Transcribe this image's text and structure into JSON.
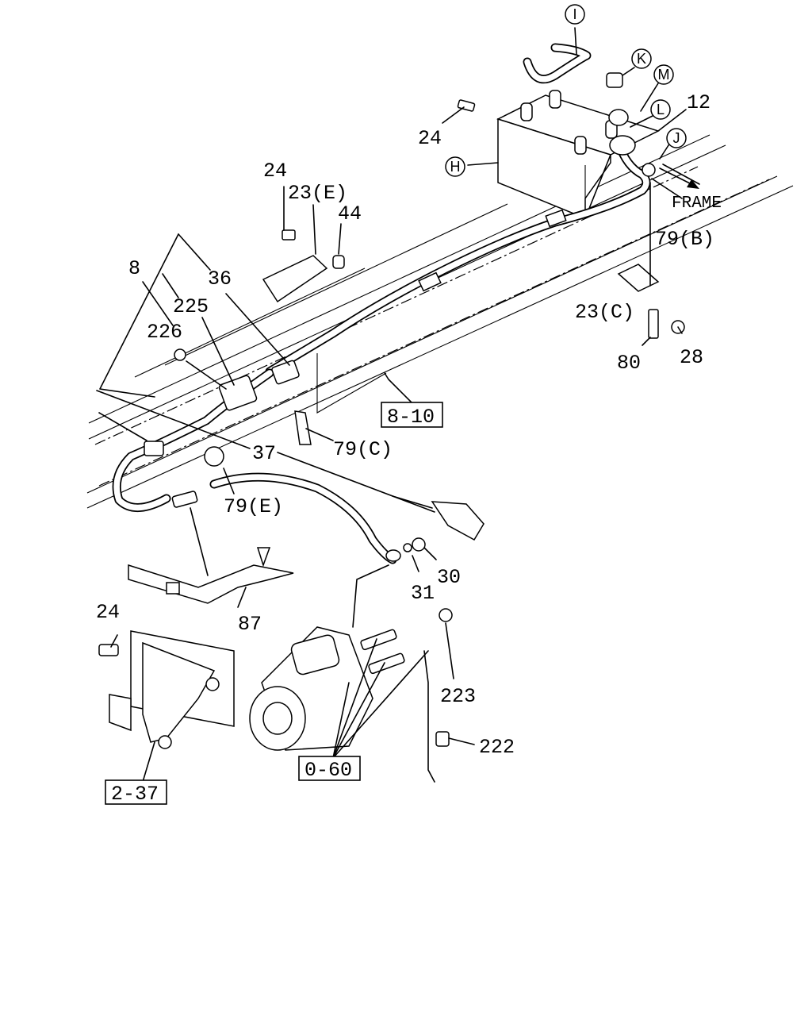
{
  "callouts": [
    "24",
    "23(E)",
    "44",
    "8",
    "36",
    "225",
    "226",
    "37",
    "79(C)",
    "79(E)",
    "87",
    "24",
    "2-37",
    "30",
    "31",
    "0-60",
    "223",
    "222",
    "24",
    "12",
    "79(B)",
    "23(C)",
    "80",
    "28",
    "8-10"
  ],
  "circled_refs": [
    "I",
    "K",
    "M",
    "L",
    "J",
    "H"
  ],
  "frame_label": "FRAME",
  "ref_boxes": [
    "8-10",
    "2-37",
    "0-60"
  ]
}
